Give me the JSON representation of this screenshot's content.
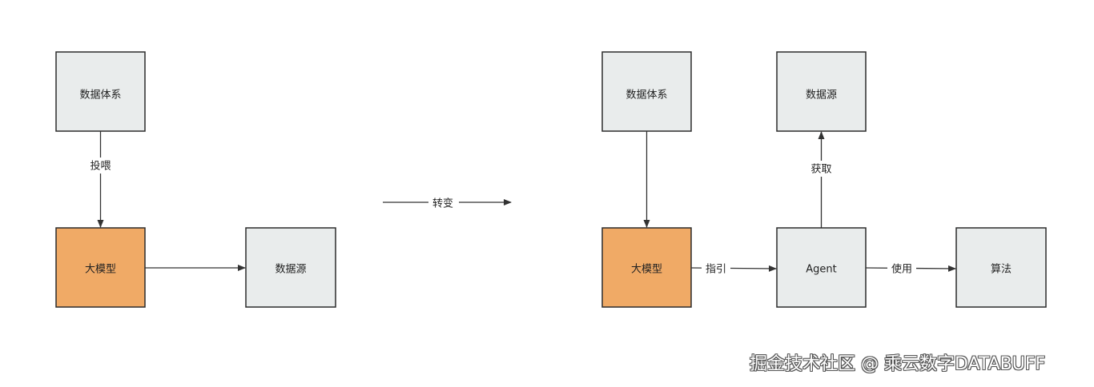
{
  "nodes": {
    "left_data_system": "数据体系",
    "left_llm": "大模型",
    "left_data_source": "数据源",
    "right_data_system": "数据体系",
    "right_data_source": "数据源",
    "right_llm": "大模型",
    "right_agent": "Agent",
    "right_algorithm": "算法"
  },
  "edges": {
    "feed": "投喂",
    "transform": "转变",
    "guide": "指引",
    "fetch": "获取",
    "use": "使用"
  },
  "colors": {
    "node_fill": "#e9ecec",
    "llm_fill": "#f0aa66",
    "stroke": "#2b2b2b"
  },
  "watermark": "掘金技术社区 @ 乘云数字DATABUFF"
}
